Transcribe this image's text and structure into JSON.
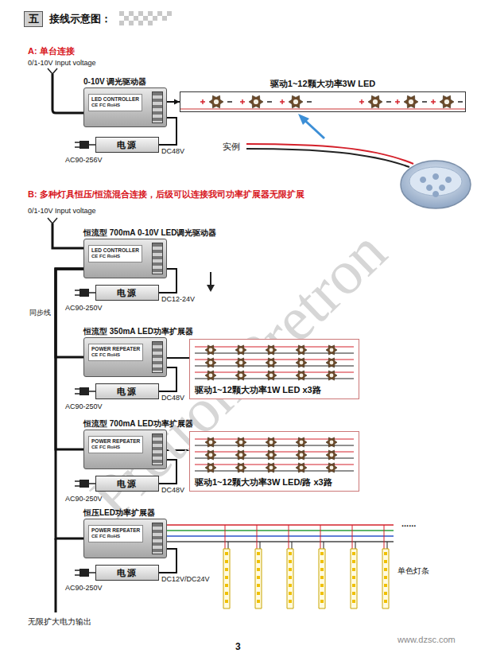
{
  "diagram": {
    "title": "接线示意图：",
    "nodes": [
      {
        "text": [
          "五"
        ]
      },
      {
        "text": [
          "0-10V 调光驱动器",
          "LED CONTROLLER",
          "CE FC RoHS"
        ]
      },
      {
        "text": [
          "电源"
        ]
      },
      {
        "text": [
          "驱动1~12颗大功率3W LED"
        ]
      },
      {
        "text": [
          "恒流型 700mA 0-10V LED调光驱动器",
          "LED CONTROLLER",
          "CE FC RoHS"
        ]
      },
      {
        "text": [
          "电源"
        ]
      },
      {
        "text": [
          "恒流型 350mA LED功率扩展器",
          "POWER REPEATER",
          "CE FC RoHS"
        ]
      },
      {
        "text": [
          "电源"
        ]
      },
      {
        "text": [
          "驱动1~12颗大功率1W LED x3路"
        ]
      },
      {
        "text": [
          "恒流型 700mA LED功率扩展器",
          "POWER REPEATER",
          "CE FC RoHS"
        ]
      },
      {
        "text": [
          "电源"
        ]
      },
      {
        "text": [
          "驱动1~12颗大功率3W LED/路 x3路"
        ]
      },
      {
        "text": [
          "恒压LED功率扩展器",
          "POWER REPEATER",
          "CE FC RoHS"
        ]
      },
      {
        "text": [
          "电源"
        ]
      }
    ],
    "edges": [
      {
        "from": 2,
        "to": 1,
        "arrow": "none",
        "label": "DC48V"
      },
      {
        "from": 1,
        "to": 3,
        "arrow": "to"
      },
      {
        "from": 5,
        "to": 4,
        "arrow": "none",
        "label": "DC12-24V"
      },
      {
        "from": 4,
        "to": 6,
        "arrow": "none",
        "label": "同步线"
      },
      {
        "from": 4,
        "to": 9,
        "arrow": "none"
      },
      {
        "from": 4,
        "to": 12,
        "arrow": "none"
      },
      {
        "from": 7,
        "to": 6,
        "arrow": "none",
        "label": "DC48V"
      },
      {
        "from": 6,
        "to": 8,
        "arrow": "none"
      },
      {
        "from": 10,
        "to": 9,
        "arrow": "none",
        "label": "DC48V"
      },
      {
        "from": 9,
        "to": 11,
        "arrow": "none"
      },
      {
        "from": 13,
        "to": 12,
        "arrow": "none",
        "label": "DC12V/DC24V"
      }
    ],
    "labels": [
      "A: 单台连接",
      "0/1-10V Input voltage",
      "AC90-256V",
      "......",
      "实例",
      "B: 多种灯具恒压/恒流混合连接，后级可以连接我司功率扩展器无限扩展",
      "0/1-10V Input voltage",
      "AC90-250V",
      "AC90-250V",
      "AC90-250V",
      "AC90-250V",
      "......",
      "单色灯条",
      "无限扩大电力输出",
      "Pretron Pretron",
      "www.dzsc.com",
      "3"
    ]
  }
}
